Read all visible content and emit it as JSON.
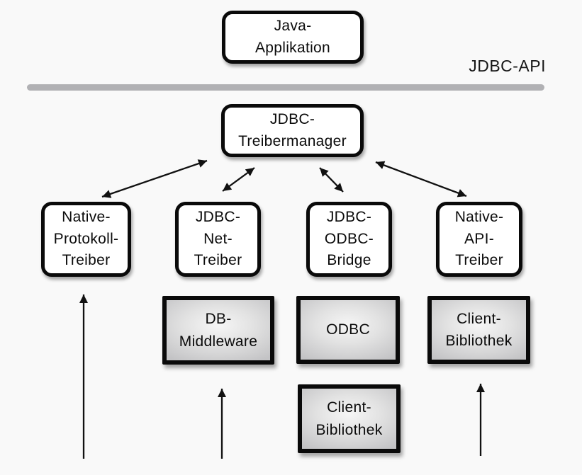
{
  "diagram": {
    "api_label": "JDBC-API",
    "colors": {
      "background": "#f9f9f9",
      "box_border": "#0a0a0a",
      "divider_gray": "#b1b1b4",
      "gray_box_fill": "#d6d6d8",
      "arrow": "#111111"
    },
    "nodes": {
      "java_app": {
        "label": "Java-\nApplikation"
      },
      "treibermanager": {
        "label": "JDBC-\nTreibermanager"
      },
      "native_protokoll": {
        "label": "Native-\nProtokoll-\nTreiber"
      },
      "jdbc_net": {
        "label": "JDBC-\nNet-\nTreiber"
      },
      "jdbc_odbc": {
        "label": "JDBC-\nODBC-\nBridge"
      },
      "native_api": {
        "label": "Native-\nAPI-\nTreiber"
      },
      "db_middleware": {
        "label": "DB-\nMiddleware"
      },
      "odbc": {
        "label": "ODBC"
      },
      "client_bibliothek_mitte": {
        "label": "Client-\nBibliothek"
      },
      "client_bibliothek_rechts": {
        "label": "Client-\nBibliothek"
      }
    },
    "connectors": [
      {
        "from": "treibermanager",
        "to": "native_protokoll",
        "style": "double-arrow"
      },
      {
        "from": "treibermanager",
        "to": "jdbc_net",
        "style": "double-arrow"
      },
      {
        "from": "treibermanager",
        "to": "jdbc_odbc",
        "style": "double-arrow"
      },
      {
        "from": "treibermanager",
        "to": "native_api",
        "style": "double-arrow"
      },
      {
        "from": "bottom",
        "to": "native_protokoll",
        "style": "up-arrow"
      },
      {
        "from": "bottom",
        "to": "db_middleware",
        "style": "up-arrow"
      },
      {
        "from": "bottom",
        "to": "client_bibliothek_rechts",
        "style": "up-arrow"
      }
    ]
  }
}
